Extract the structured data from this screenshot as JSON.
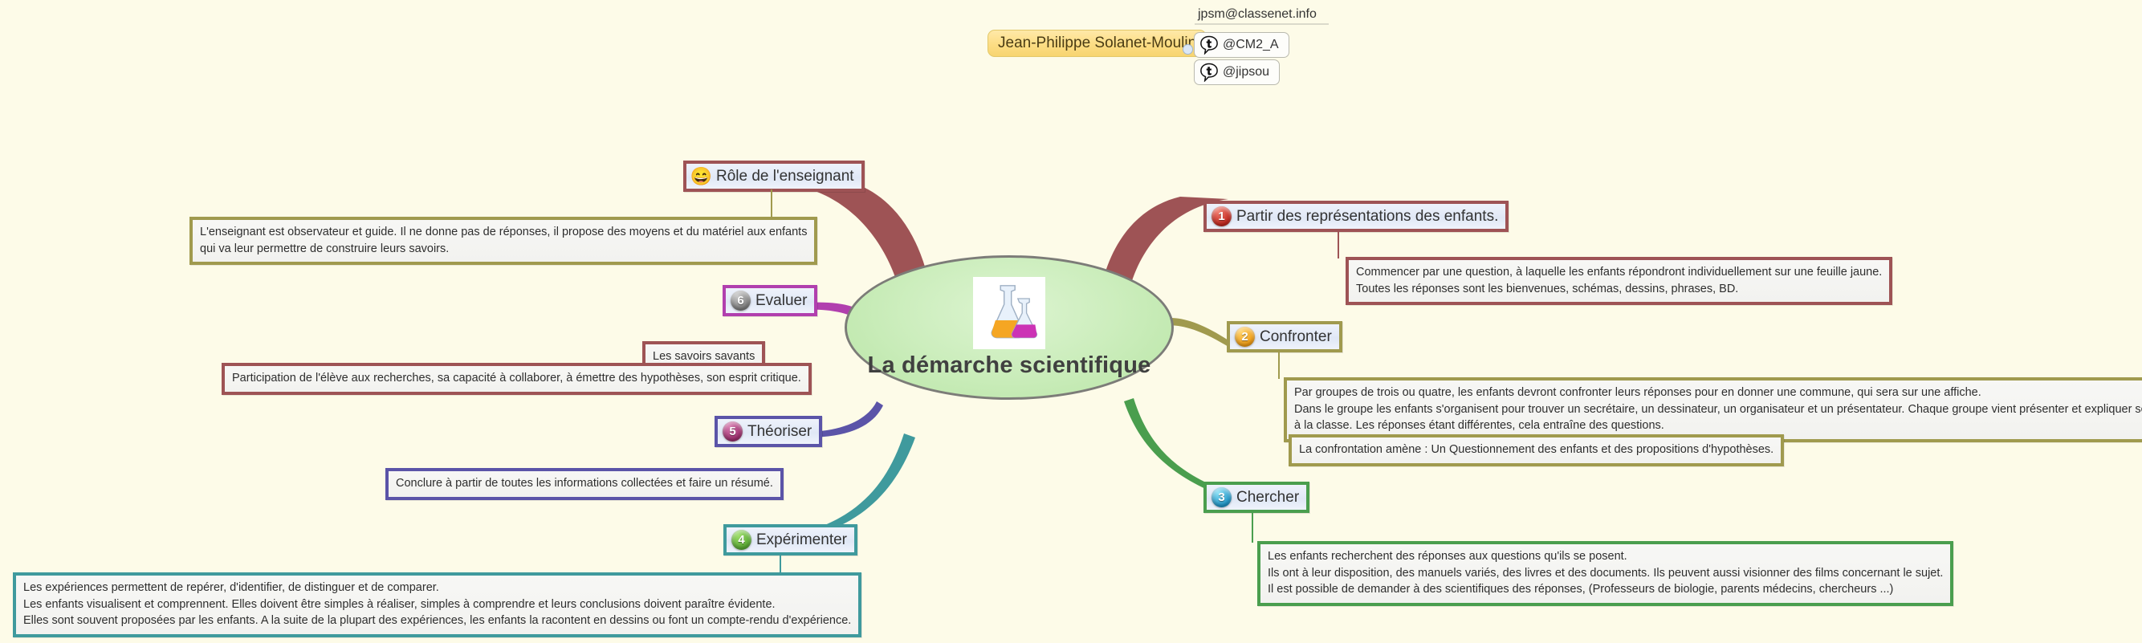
{
  "author": {
    "name": "Jean-Philippe Solanet-Moulin",
    "email": "jpsm@classenet.info",
    "handles": [
      {
        "icon": "twitter-bird-icon",
        "text": "@CM2_A"
      },
      {
        "icon": "twitter-bird-icon",
        "text": "@jipsou"
      }
    ]
  },
  "central": {
    "title": "La démarche scientifique",
    "image": "two-laboratory-flasks-icon",
    "fill": "#cdeebe",
    "border": "#7c7c78"
  },
  "topics": [
    {
      "id": "role-enseignant",
      "label": "Rôle de l'enseignant",
      "badge": "😄",
      "badge_type": "emoji",
      "color": "#9e5355",
      "notes": [
        {
          "border": "#a09a4e",
          "lines": [
            "L'enseignant est observateur et guide. Il ne donne pas de réponses, il propose des moyens et du matériel aux enfants",
            " qui va leur permettre de construire leurs savoirs."
          ]
        }
      ]
    },
    {
      "id": "partir-representations",
      "label": "Partir des représentations des enfants.",
      "badge": "1",
      "badge_color": "#d3332a",
      "color": "#9e5355",
      "notes": [
        {
          "border": "#9e5355",
          "lines": [
            "Commencer par une question, à laquelle les enfants répondront individuellement sur une feuille jaune.",
            " Toutes les réponses sont les bienvenues, schémas, dessins, phrases, BD."
          ]
        }
      ]
    },
    {
      "id": "evaluer",
      "label": "Evaluer",
      "badge": "6",
      "badge_color": "#7b7b7b",
      "color": "#b13fae",
      "notes": [
        {
          "border": "#9e5355",
          "lines": [
            "Les savoirs savants"
          ]
        },
        {
          "border": "#9e5355",
          "lines": [
            "Participation de l'élève aux recherches, sa capacité à collaborer, à émettre des hypothèses, son esprit critique."
          ]
        }
      ]
    },
    {
      "id": "confronter",
      "label": "Confronter",
      "badge": "2",
      "badge_color": "#f3a723",
      "color": "#a09a4e",
      "notes": [
        {
          "border": "#a09a4e",
          "lines": [
            "Par groupes de trois ou quatre, les enfants devront confronter leurs réponses pour en donner une commune, qui sera sur une affiche.",
            "Dans le groupe les enfants s'organisent pour trouver un secrétaire, un dessinateur, un organisateur et un présentateur. Chaque groupe vient présenter et expliquer son affiche",
            "à la classe. Les réponses étant différentes, cela entraîne des questions."
          ]
        },
        {
          "border": "#a09a4e",
          "lines": [
            "La confrontation amène : Un Questionnement des enfants et des propositions d'hypothèses."
          ]
        }
      ]
    },
    {
      "id": "theoriser",
      "label": "Théoriser",
      "badge": "5",
      "badge_color": "#9b2c6b",
      "color": "#5b54a8",
      "notes": [
        {
          "border": "#5b54a8",
          "lines": [
            "Conclure à partir de toutes les informations collectées et faire un résumé."
          ]
        }
      ]
    },
    {
      "id": "chercher",
      "label": "Chercher",
      "badge": "3",
      "badge_color": "#2fa8d8",
      "color": "#4a9e4e",
      "notes": [
        {
          "border": "#4a9e4e",
          "lines": [
            " Les enfants recherchent des réponses aux questions qu'ils se posent.",
            "Ils ont à leur disposition, des manuels variés, des livres et des documents. Ils peuvent aussi visionner des films concernant le sujet.",
            " Il est possible de demander à des scientifiques des réponses, (Professeurs de biologie, parents médecins, chercheurs ...)"
          ]
        }
      ]
    },
    {
      "id": "experimenter",
      "label": "Expérimenter",
      "badge": "4",
      "badge_color": "#57a832",
      "color": "#3f9a9d",
      "notes": [
        {
          "border": "#3f9a9d",
          "lines": [
            " Les expériences permettent de repérer, d'identifier, de distinguer et de comparer.",
            "Les enfants visualisent et comprennent. Elles doivent être simples à réaliser, simples à comprendre et leurs conclusions doivent paraître évidente.",
            "Elles sont souvent proposées par les enfants. A la suite de la plupart des expériences, les enfants la racontent en dessins ou font un compte-rendu d'expérience."
          ]
        }
      ]
    }
  ],
  "background_color": "#fdfbe8"
}
